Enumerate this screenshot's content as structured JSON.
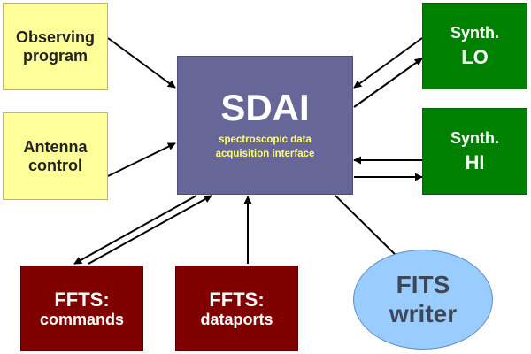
{
  "diagram": {
    "nodes": {
      "observing_program": {
        "line1": "Observing",
        "line2": "program"
      },
      "antenna_control": {
        "line1": "Antenna",
        "line2": "control"
      },
      "sdai": {
        "title": "SDAI",
        "sub1": "spectroscopic data",
        "sub2": "acquisition interface"
      },
      "synth_lo": {
        "line1": "Synth.",
        "line2": "LO"
      },
      "synth_hi": {
        "line1": "Synth.",
        "line2": "HI"
      },
      "ffts_commands": {
        "line1": "FFTS:",
        "line2": "commands"
      },
      "ffts_dataports": {
        "line1": "FFTS:",
        "line2": "dataports"
      },
      "fits_writer": {
        "line1": "FITS",
        "line2": "writer"
      }
    },
    "colors": {
      "input_box": "#ffff99",
      "synth_box": "#008000",
      "ffts_box": "#800000",
      "sdai_box": "#666699",
      "sdai_subtitle": "#ffff66",
      "fits_ellipse": "#99ccff",
      "arrow": "#000000"
    }
  }
}
